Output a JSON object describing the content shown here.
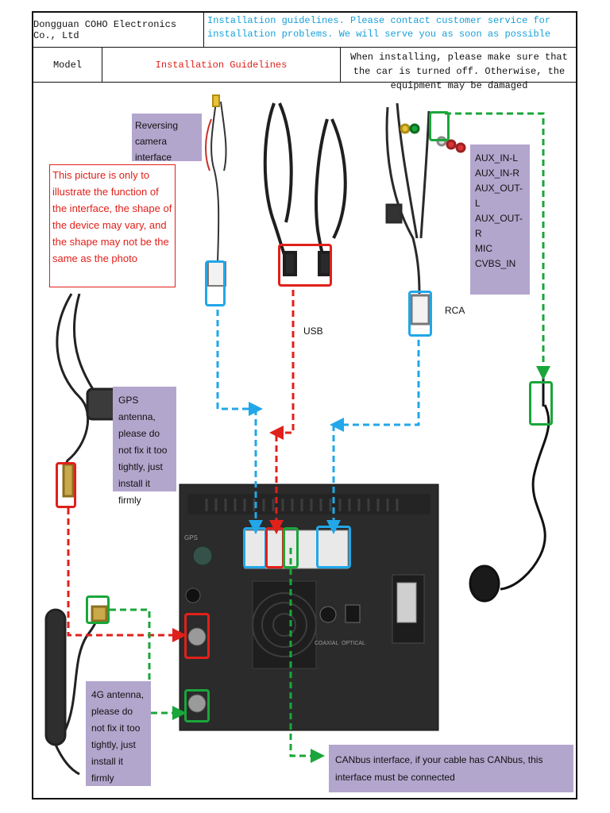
{
  "header": {
    "company": "Dongguan COHO Electronics Co., Ltd",
    "guideline_note": "Installation guidelines. Please contact customer service for installation problems. We will serve you as soon as possible",
    "model_label": "Model",
    "title": "Installation Guidelines",
    "warning": "When installing, please make sure that the car is turned off. Otherwise, the equipment may be damaged"
  },
  "labels": {
    "reversing_camera": "Reversing camera interface",
    "illustration_note": "This picture is only to illustrate the function of the interface, the shape of the device may vary, and the shape may not be the same as the photo",
    "audio_list": [
      "AUX_IN-L",
      "AUX_IN-R",
      "AUX_OUT-L",
      "AUX_OUT-R",
      "MIC",
      "CVBS_IN"
    ],
    "rca": "RCA",
    "usb": "USB",
    "gps_antenna": "GPS antenna, please do not fix it too tightly, just install it firmly",
    "antenna_4g": "4G antenna, please do not fix it too tightly, just install it firmly",
    "canbus": "CANbus interface, if your cable has CANbus, this interface must be connected"
  },
  "device_labels": {
    "port_gps": "GPS",
    "port_coaxial": "COAXIAL",
    "port_optical": "OPTICAL"
  },
  "colors": {
    "blue": "#22a7e8",
    "red": "#e0201a",
    "green": "#1aa63a",
    "purple": "#b3a6cd"
  }
}
